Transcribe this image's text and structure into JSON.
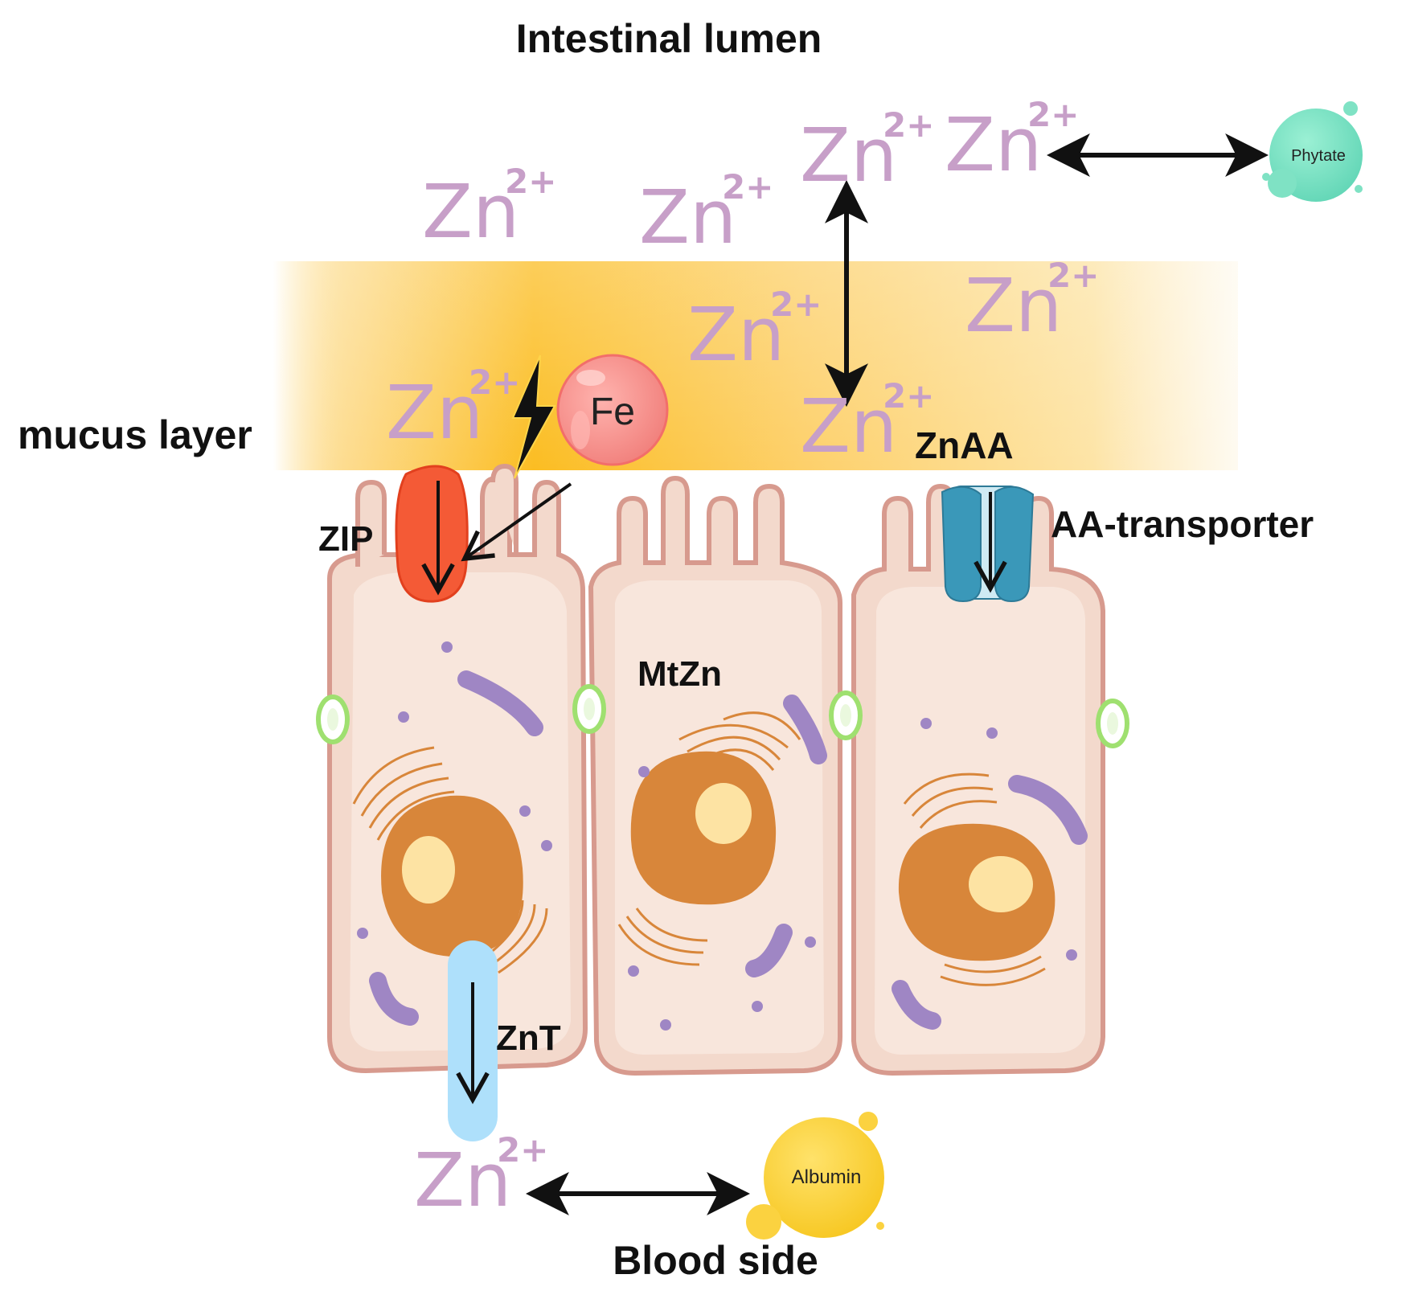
{
  "labels": {
    "intestinal_lumen": "Intestinal  lumen",
    "mucus_layer": "mucus layer",
    "zip": "ZIP",
    "znaa": "ZnAA",
    "aa_transporter": "AA-transporter",
    "mtzn": "MtZn",
    "znt": "ZnT",
    "blood_side": "Blood side"
  },
  "ions": {
    "base": "Zn",
    "charge": "2+"
  },
  "molecules": {
    "phytate": "Phytate",
    "fe": "Fe",
    "albumin": "Albumin"
  },
  "colors": {
    "zinc_ion": "#c79fc8",
    "mucus": "#fbbd22",
    "cell_membrane": "#d79a8e",
    "cell_fill": "#f5ded3",
    "nucleus": "#d8863a",
    "nucleolus": "#fde3a3",
    "mitochondria": "#9f86c4",
    "zip_transporter": "#f45a36",
    "znt_transporter": "#aee0fb",
    "aa_transporter": "#3a98b9",
    "phytate": "#7fe2c4",
    "iron": "#f58c8a",
    "albumin": "#fbd240",
    "tight_junction": "#9fe070"
  }
}
